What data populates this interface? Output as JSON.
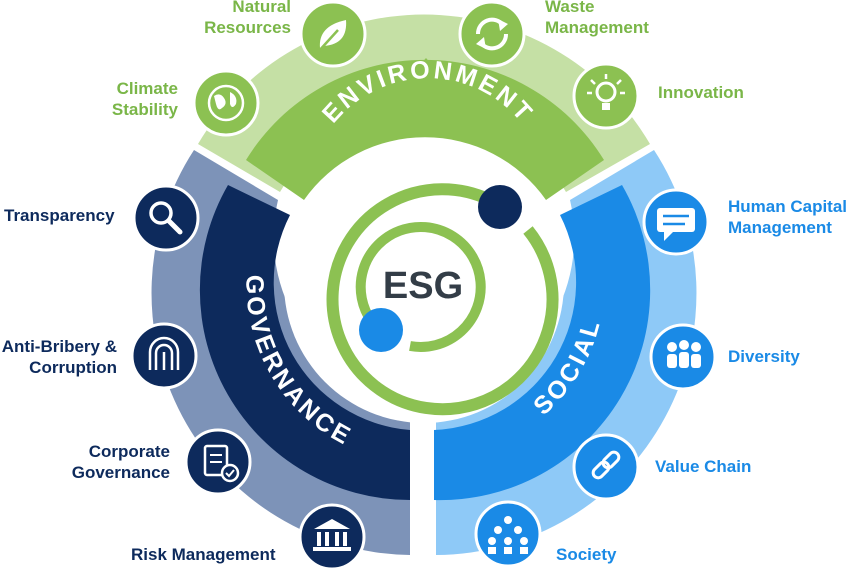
{
  "center": {
    "label": "ESG"
  },
  "pillars": {
    "environment": {
      "label": "ENVIRONMENT",
      "color_band": "#8cc152",
      "color_outer": "#c5e0a5"
    },
    "social": {
      "label": "SOCIAL",
      "color_band": "#1a8ae6",
      "color_outer": "#8ec9f7"
    },
    "governance": {
      "label": "GOVERNANCE",
      "color_band": "#0d2a5c",
      "color_outer": "#7d93b8"
    }
  },
  "items": {
    "climate_stability": {
      "line1": "Climate",
      "line2": "Stability",
      "icon": "globe-icon"
    },
    "natural_resources": {
      "line1": "Natural",
      "line2": "Resources",
      "icon": "leaf-icon"
    },
    "waste_management": {
      "line1": "Waste",
      "line2": "Management",
      "icon": "recycle-icon"
    },
    "innovation": {
      "line1": "Innovation",
      "icon": "lightbulb-icon"
    },
    "human_capital": {
      "line1": "Human Capital",
      "line2": "Management",
      "icon": "chat-icon"
    },
    "diversity": {
      "line1": "Diversity",
      "icon": "people-icon"
    },
    "value_chain": {
      "line1": "Value Chain",
      "icon": "link-icon"
    },
    "society": {
      "line1": "Society",
      "icon": "community-icon"
    },
    "transparency": {
      "line1": "Transparency",
      "icon": "search-icon"
    },
    "anti_bribery": {
      "line1": "Anti-Bribery &",
      "line2": "Corruption",
      "icon": "fingerprint-icon"
    },
    "corporate_governance": {
      "line1": "Corporate",
      "line2": "Governance",
      "icon": "document-check-icon"
    },
    "risk_management": {
      "line1": "Risk Management",
      "icon": "bank-icon"
    }
  }
}
